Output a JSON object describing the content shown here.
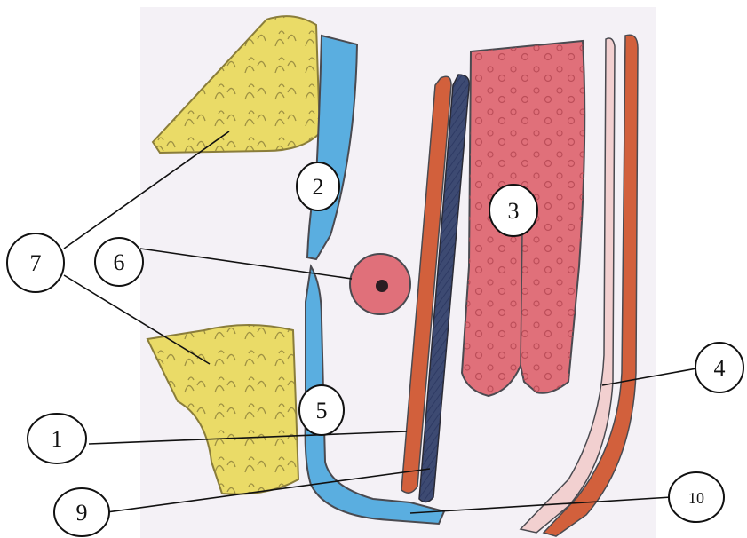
{
  "colors": {
    "paper": "#f4f1f6",
    "fat": "#eadb67",
    "fat_stroke": "#8a7d3a",
    "ureter_blue": "#5aaee0",
    "outline": "#4a4a50",
    "red_tissue": "#e0707a",
    "red_tissue_dots": "#b84a55",
    "orange_band": "#d2603c",
    "dark_blue_band": "#3d4a72",
    "pink_band": "#f2d0d0",
    "callout_line": "#111111"
  },
  "labels": {
    "c1": "1",
    "c2": "2",
    "c3": "3",
    "c4": "4",
    "c5": "5",
    "c6": "6",
    "c7": "7",
    "c9": "9",
    "c10": "10"
  }
}
